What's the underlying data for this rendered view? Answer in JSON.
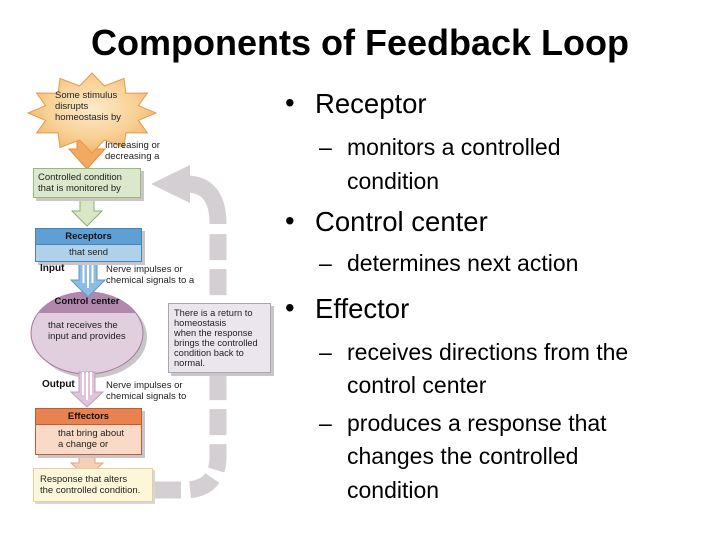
{
  "slide": {
    "title": "Components of Feedback Loop"
  },
  "markers": {
    "main": "•",
    "sub": "–"
  },
  "bullets": [
    {
      "label": "Receptor",
      "subs": [
        [
          "monitors a controlled",
          "condition"
        ]
      ]
    },
    {
      "label": "Control center",
      "subs": [
        [
          "determines next action"
        ]
      ]
    },
    {
      "label": "Effector",
      "subs": [
        [
          "receives directions from the",
          "control center"
        ],
        [
          "produces a response that",
          "changes the controlled",
          "condition"
        ]
      ]
    }
  ],
  "diagram": {
    "stimulus": [
      "Some stimulus",
      "disrupts",
      "homeostasis by"
    ],
    "stimulus_arrow_label": [
      "Increasing or",
      "decreasing a"
    ],
    "controlled_condition": [
      "Controlled condition",
      "that is monitored by"
    ],
    "receptors": {
      "title": "Receptors",
      "sub": "that send"
    },
    "input_label": "Input",
    "input_arrow_label": [
      "Nerve impulses or",
      "chemical signals to a"
    ],
    "control_center": {
      "title": "Control center",
      "sub": [
        "that receives the",
        "input and provides"
      ]
    },
    "return_note": [
      "There is a return to",
      "homeostasis",
      "when the response",
      "brings the controlled",
      "condition back to",
      "normal."
    ],
    "output_label": "Output",
    "output_arrow_label": [
      "Nerve impulses or",
      "chemical signals to"
    ],
    "effectors": {
      "title": "Effectors",
      "sub": [
        "that bring about",
        "a change or"
      ]
    },
    "response": [
      "Response that alters",
      "the controlled condition."
    ],
    "colors": {
      "loop_gray": "#d3cfd3",
      "stimulus_burst": "#f3b369",
      "stimulus_arrow": "#f3a961",
      "condition_box": "#dce8cb",
      "receptors_header": "#609fd3",
      "receptors_body": "#afd1ea",
      "input_arrow": "#8cbce1",
      "control_header": "#b287ae",
      "control_body": "#e1cede",
      "note_box": "#ebe6ed",
      "output_arrow": "#dfc4da",
      "effectors_header": "#e8824f",
      "effectors_body": "#f9dac6",
      "effector_arrow": "#f6cfb7",
      "response_box": "#fdf6d9"
    }
  }
}
